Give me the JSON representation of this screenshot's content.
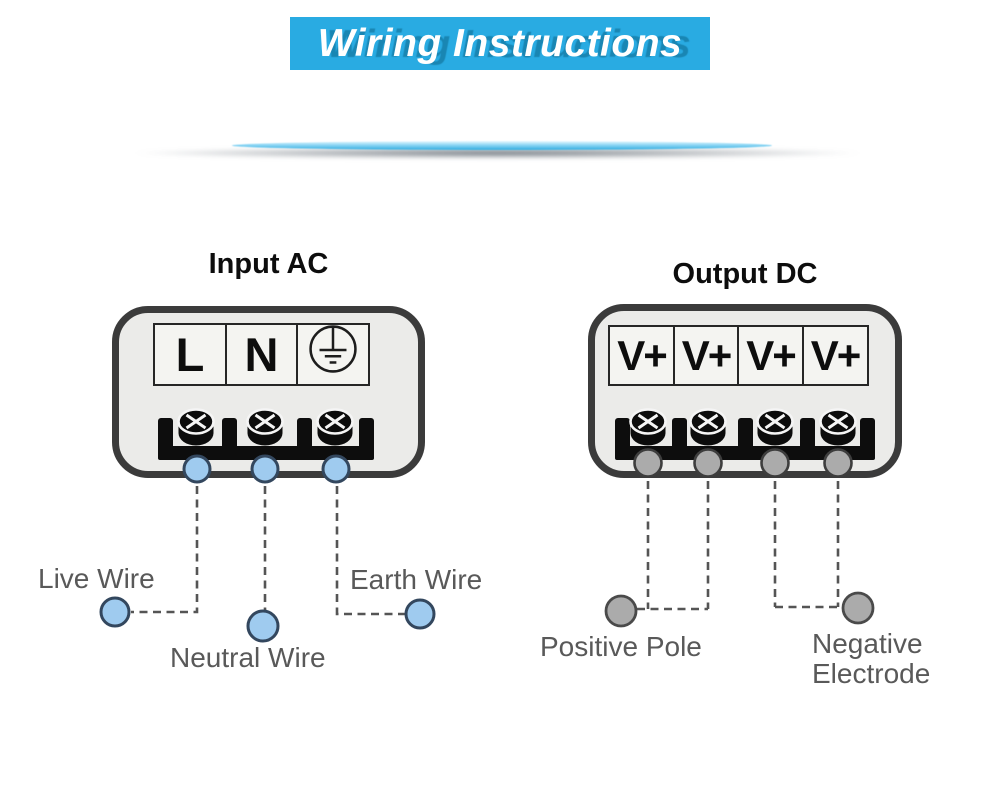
{
  "header": {
    "title": "Wiring Instructions"
  },
  "input_section": {
    "title": "Input AC",
    "terminal_labels": [
      "L",
      "N"
    ],
    "ground_terminal_icon": "earth-ground-symbol",
    "wire_labels": {
      "live": "Live Wire",
      "neutral": "Neutral Wire",
      "earth": "Earth Wire"
    }
  },
  "output_section": {
    "title": "Output DC",
    "terminal_labels": [
      "V+",
      "V+",
      "V+",
      "V+"
    ],
    "pole_labels": {
      "positive": "Positive Pole",
      "negative": "Negative Electrode"
    }
  },
  "colors": {
    "banner": "#29ABE2",
    "banner_text": "#FFFFFF",
    "box_fill": "#EBEBE9",
    "box_border": "#3B3B3B",
    "cell_fill": "#F4F4F1",
    "label_text": "#595959",
    "ac_wire_dot": "#9FCBEF",
    "dc_wire_dot": "#ABABAB",
    "dashed_wire": "#555555"
  }
}
